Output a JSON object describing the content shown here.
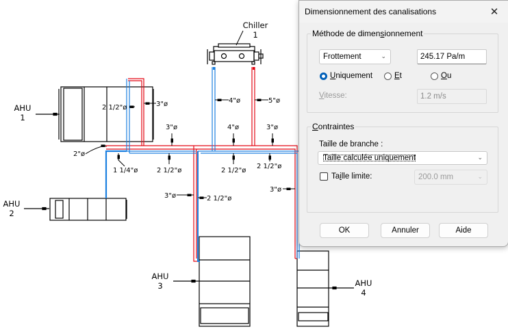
{
  "drawing": {
    "equipment": [
      {
        "name": "Chiller",
        "number": "1"
      },
      {
        "name": "AHU",
        "number": "1"
      },
      {
        "name": "AHU",
        "number": "2"
      },
      {
        "name": "AHU",
        "number": "3"
      },
      {
        "name": "AHU",
        "number": "4"
      }
    ],
    "pipe_colors": {
      "supply": "#e30613",
      "return": "#1a7fe0"
    },
    "pipe_labels": {
      "chiller_return": "4\"ø",
      "chiller_supply": "5\"ø",
      "ahu1_return": "2 1/2\"ø",
      "ahu1_supply": "3\"ø",
      "main_supply_left": "3\"ø",
      "main_supply_mid": "4\"ø",
      "main_supply_right": "3\"ø",
      "ahu2_supply": "2\"ø",
      "ahu2_return": "1 1/4\"ø",
      "main_return_left": "2 1/2\"ø",
      "main_return_mid": "2 1/2\"ø",
      "main_return_right": "2 1/2\"ø",
      "ahu3_supply": "3\"ø",
      "ahu3_return": "2 1/2\"ø",
      "ahu4_supply": "3\"ø"
    }
  },
  "dialog": {
    "title": "Dimensionnement des canalisations",
    "close_label": "✕",
    "method_group": {
      "legend": "Méthode de dimensionnement",
      "method_select": "Frottement",
      "friction_value": "245.17 Pa/m",
      "radios": [
        {
          "label": "Uniquement",
          "checked": true
        },
        {
          "label": "Et",
          "checked": false
        },
        {
          "label": "Ou",
          "checked": false
        }
      ],
      "velocity_label": "Vitesse:",
      "velocity_value": "1.2 m/s"
    },
    "constraints_group": {
      "legend": "Contraintes",
      "branch_size_label": "Taille de branche :",
      "branch_size_select": "Taille calculée uniquement",
      "limit_size_label": "Taille limite:",
      "limit_size_checked": false,
      "limit_size_value": "200.0 mm"
    },
    "buttons": {
      "ok": "OK",
      "cancel": "Annuler",
      "help": "Aide"
    }
  }
}
